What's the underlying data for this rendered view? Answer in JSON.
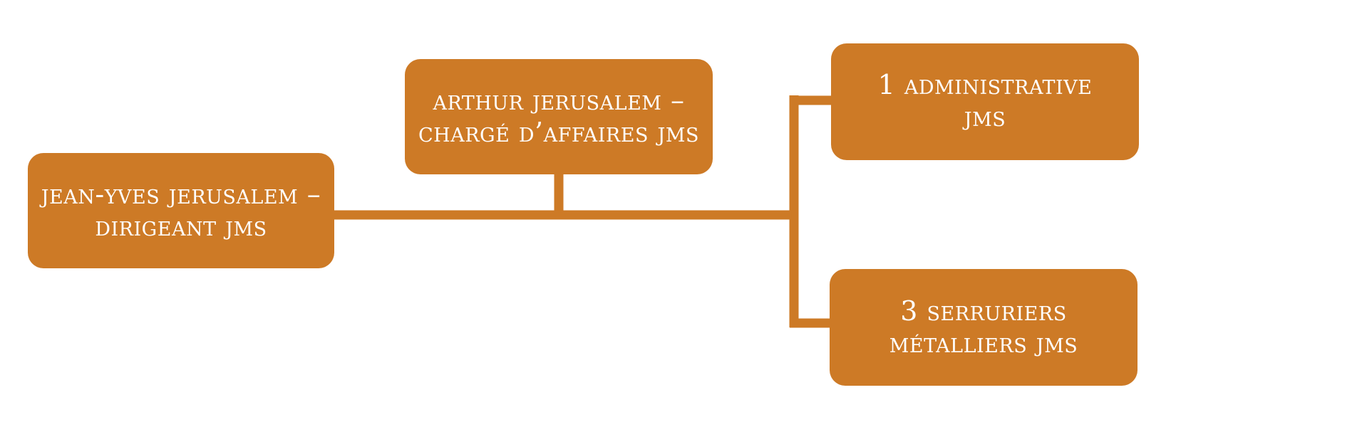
{
  "colors": {
    "box_fill": "#cd7a26",
    "connector": "#cd7a26",
    "text": "#ffffff"
  },
  "nodes": {
    "dirigeant": {
      "line1": "JEAN-YVES JERUSALEM –",
      "line2": "DIRIGEANT JMS"
    },
    "charge": {
      "line1": "ARTHUR JERUSALEM –",
      "line2": "CHARGÉ D’AFFAIRES JMS"
    },
    "administrative": {
      "line1": "1 ADMINISTRATIVE",
      "line2": "JMS"
    },
    "serruriers": {
      "line1": "3 SERRURIERS",
      "line2": "MÉTALLIERS JMS"
    }
  }
}
